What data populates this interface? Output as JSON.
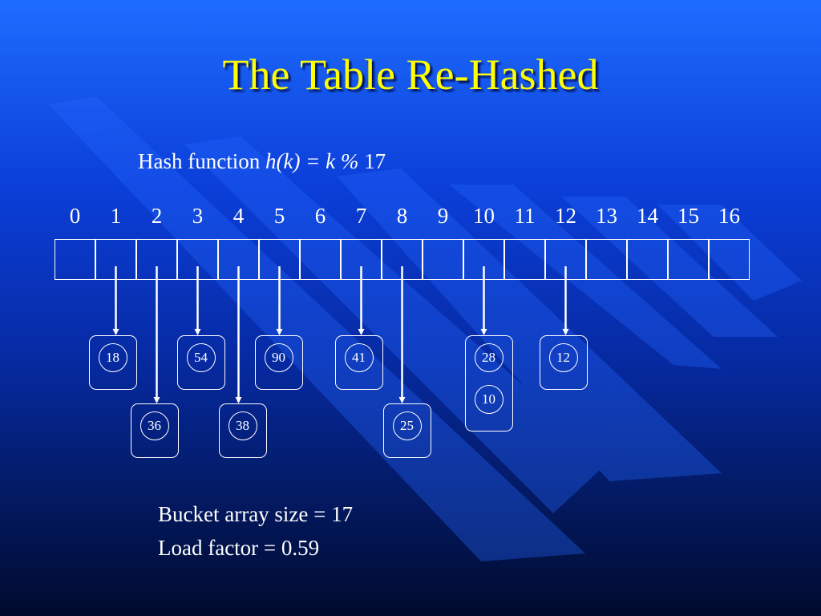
{
  "slide": {
    "title": "The Table Re-Hashed",
    "hash_function": {
      "prefix": "Hash function ",
      "expression": "h(k) = k %",
      "modulus": "17"
    },
    "bucket_indices": [
      "0",
      "1",
      "2",
      "3",
      "4",
      "5",
      "6",
      "7",
      "8",
      "9",
      "10",
      "11",
      "12",
      "13",
      "14",
      "15",
      "16"
    ],
    "chains": [
      {
        "bucket": 1,
        "keys": [
          "18"
        ]
      },
      {
        "bucket": 2,
        "keys": [
          "36"
        ]
      },
      {
        "bucket": 3,
        "keys": [
          "54"
        ]
      },
      {
        "bucket": 4,
        "keys": [
          "38"
        ]
      },
      {
        "bucket": 5,
        "keys": [
          "90"
        ]
      },
      {
        "bucket": 7,
        "keys": [
          "41"
        ]
      },
      {
        "bucket": 8,
        "keys": [
          "25"
        ]
      },
      {
        "bucket": 10,
        "keys": [
          "28",
          "10"
        ]
      },
      {
        "bucket": 12,
        "keys": [
          "12"
        ]
      }
    ],
    "bucket_array_size_label": "Bucket array size = 17",
    "load_factor_label": "Load factor = 0.59"
  },
  "colors": {
    "title": "#ffff00",
    "text": "#ffffff",
    "background_top": "#1e6cff",
    "background_bottom": "#010a2c",
    "decorative_stripes": "#1f5ff0"
  }
}
